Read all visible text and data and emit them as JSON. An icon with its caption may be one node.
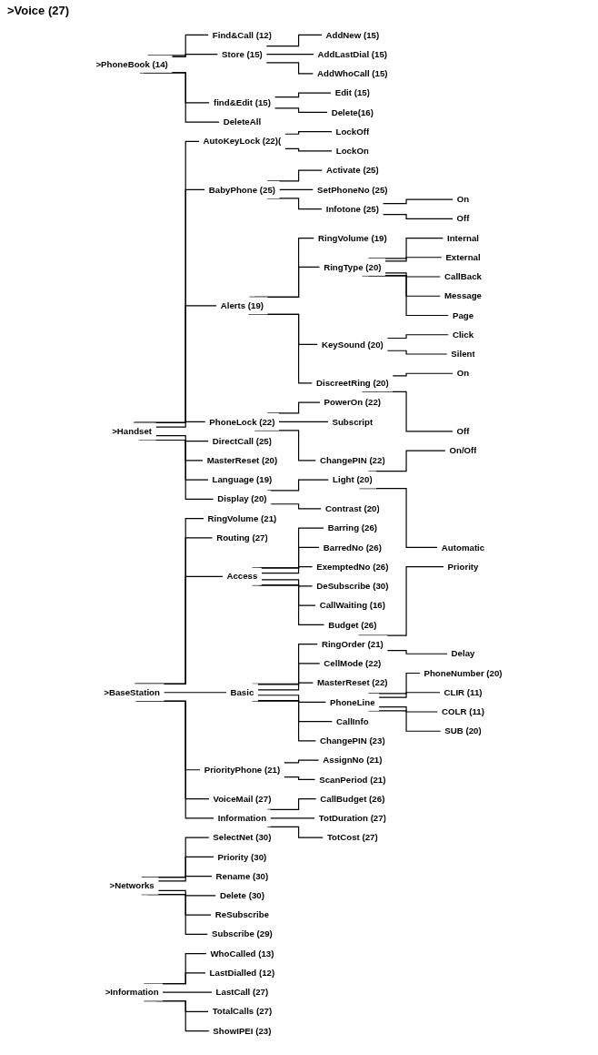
{
  "diagram": {
    "nodes": [
      {
        "text": [
          ">PhoneBook (14)"
        ]
      },
      {
        "text": [
          "Find&Call (12)"
        ]
      },
      {
        "text": [
          "Store (15)"
        ]
      },
      {
        "text": [
          "find&Edit (15)"
        ]
      },
      {
        "text": [
          "DeleteAll"
        ]
      },
      {
        "text": [
          "AddNew (15)"
        ]
      },
      {
        "text": [
          "AddLastDial (15)"
        ]
      },
      {
        "text": [
          "AddWhoCall (15)"
        ]
      },
      {
        "text": [
          "Edit (15)"
        ]
      },
      {
        "text": [
          "Delete(16)"
        ]
      },
      {
        "text": [
          ">Handset"
        ]
      },
      {
        "text": [
          "AutoKeyLock (22)("
        ]
      },
      {
        "text": [
          "BabyPhone (25)"
        ]
      },
      {
        "text": [
          "Alerts (19)"
        ]
      },
      {
        "text": [
          "PhoneLock (22)"
        ]
      },
      {
        "text": [
          "DirectCall (25)"
        ]
      },
      {
        "text": [
          "MasterReset (20)"
        ]
      },
      {
        "text": [
          "Language (19)"
        ]
      },
      {
        "text": [
          "Display (20)"
        ]
      },
      {
        "text": [
          "LockOff"
        ]
      },
      {
        "text": [
          "LockOn"
        ]
      },
      {
        "text": [
          "Activate (25)"
        ]
      },
      {
        "text": [
          "SetPhoneNo (25)"
        ]
      },
      {
        "text": [
          "Infotone (25)"
        ]
      },
      {
        "text": [
          "RingVolume (19)"
        ]
      },
      {
        "text": [
          "RingType (20)"
        ]
      },
      {
        "text": [
          "KeySound (20)"
        ]
      },
      {
        "text": [
          "DiscreetRing (20)"
        ]
      },
      {
        "text": [
          "PowerOn (22)"
        ]
      },
      {
        "text": [
          "Subscript"
        ]
      },
      {
        "text": [
          "ChangePIN (22)"
        ]
      },
      {
        "text": [
          "Light (20)"
        ]
      },
      {
        "text": [
          "Contrast (20)"
        ]
      },
      {
        "text": [
          "On"
        ]
      },
      {
        "text": [
          "Off"
        ]
      },
      {
        "text": [
          "Internal"
        ]
      },
      {
        "text": [
          "External"
        ]
      },
      {
        "text": [
          "CallBack"
        ]
      },
      {
        "text": [
          "Message"
        ]
      },
      {
        "text": [
          "Page"
        ]
      },
      {
        "text": [
          "Click"
        ]
      },
      {
        "text": [
          "Silent"
        ]
      },
      {
        "text": [
          "On"
        ]
      },
      {
        "text": [
          "Off"
        ]
      },
      {
        "text": [
          "On/Off"
        ]
      },
      {
        "text": [
          "Automatic"
        ]
      },
      {
        "text": [
          ">BaseStation"
        ]
      },
      {
        "text": [
          "RingVolume (21)"
        ]
      },
      {
        "text": [
          "Routing (27)"
        ]
      },
      {
        "text": [
          "Access"
        ]
      },
      {
        "text": [
          "Basic"
        ]
      },
      {
        "text": [
          "PriorityPhone (21)"
        ]
      },
      {
        "text": [
          "VoiceMail (27)"
        ]
      },
      {
        "text": [
          "Information"
        ]
      },
      {
        "text": [
          "Barring (26)"
        ]
      },
      {
        "text": [
          "BarredNo (26)"
        ]
      },
      {
        "text": [
          "ExemptedNo (26)"
        ]
      },
      {
        "text": [
          "DeSubscribe (30)"
        ]
      },
      {
        "text": [
          "CallWaiting (16)"
        ]
      },
      {
        "text": [
          "Budget (26)"
        ]
      },
      {
        "text": [
          "RingOrder (21)"
        ]
      },
      {
        "text": [
          "CellMode (22)"
        ]
      },
      {
        "text": [
          "MasterReset (22)"
        ]
      },
      {
        "text": [
          "PhoneLine"
        ]
      },
      {
        "text": [
          "CallInfo"
        ]
      },
      {
        "text": [
          "ChangePIN (23)"
        ]
      },
      {
        "text": [
          "AssignNo (21)"
        ]
      },
      {
        "text": [
          "ScanPeriod (21)"
        ]
      },
      {
        "text": [
          "CallBudget (26)"
        ]
      },
      {
        "text": [
          "TotDuration (27)"
        ]
      },
      {
        "text": [
          "TotCost (27)"
        ]
      },
      {
        "text": [
          "Priority"
        ]
      },
      {
        "text": [
          "Delay"
        ]
      },
      {
        "text": [
          "PhoneNumber (20)"
        ]
      },
      {
        "text": [
          "CLIR (11)"
        ]
      },
      {
        "text": [
          "COLR (11)"
        ]
      },
      {
        "text": [
          "SUB (20)"
        ]
      },
      {
        "text": [
          ">Networks"
        ]
      },
      {
        "text": [
          "SelectNet (30)"
        ]
      },
      {
        "text": [
          "Priority (30)"
        ]
      },
      {
        "text": [
          "Rename (30)"
        ]
      },
      {
        "text": [
          "Delete (30)"
        ]
      },
      {
        "text": [
          "ReSubscribe"
        ]
      },
      {
        "text": [
          "Subscribe (29)"
        ]
      },
      {
        "text": [
          ">Information"
        ]
      },
      {
        "text": [
          "WhoCalled (13)"
        ]
      },
      {
        "text": [
          "LastDialled (12)"
        ]
      },
      {
        "text": [
          "LastCall (27)"
        ]
      },
      {
        "text": [
          "TotalCalls (27)"
        ]
      },
      {
        "text": [
          "ShowIPEI (23)"
        ]
      }
    ],
    "edges": [
      {
        "from": 0,
        "to": 1,
        "arrow": "none"
      },
      {
        "from": 0,
        "to": 2,
        "arrow": "none"
      },
      {
        "from": 0,
        "to": 3,
        "arrow": "none"
      },
      {
        "from": 0,
        "to": 4,
        "arrow": "none"
      },
      {
        "from": 2,
        "to": 5,
        "arrow": "none"
      },
      {
        "from": 2,
        "to": 6,
        "arrow": "none"
      },
      {
        "from": 2,
        "to": 7,
        "arrow": "none"
      },
      {
        "from": 3,
        "to": 8,
        "arrow": "none"
      },
      {
        "from": 3,
        "to": 9,
        "arrow": "none"
      },
      {
        "from": 10,
        "to": 11,
        "arrow": "none"
      },
      {
        "from": 10,
        "to": 12,
        "arrow": "none"
      },
      {
        "from": 10,
        "to": 13,
        "arrow": "none"
      },
      {
        "from": 10,
        "to": 14,
        "arrow": "none"
      },
      {
        "from": 10,
        "to": 15,
        "arrow": "none"
      },
      {
        "from": 10,
        "to": 16,
        "arrow": "none"
      },
      {
        "from": 10,
        "to": 17,
        "arrow": "none"
      },
      {
        "from": 10,
        "to": 18,
        "arrow": "none"
      },
      {
        "from": 11,
        "to": 19,
        "arrow": "none"
      },
      {
        "from": 11,
        "to": 20,
        "arrow": "none"
      },
      {
        "from": 12,
        "to": 21,
        "arrow": "none"
      },
      {
        "from": 12,
        "to": 22,
        "arrow": "none"
      },
      {
        "from": 12,
        "to": 23,
        "arrow": "none"
      },
      {
        "from": 13,
        "to": 24,
        "arrow": "none"
      },
      {
        "from": 13,
        "to": 25,
        "arrow": "none"
      },
      {
        "from": 13,
        "to": 26,
        "arrow": "none"
      },
      {
        "from": 13,
        "to": 27,
        "arrow": "none"
      },
      {
        "from": 14,
        "to": 28,
        "arrow": "none"
      },
      {
        "from": 14,
        "to": 29,
        "arrow": "none"
      },
      {
        "from": 14,
        "to": 30,
        "arrow": "none"
      },
      {
        "from": 18,
        "to": 31,
        "arrow": "none"
      },
      {
        "from": 18,
        "to": 32,
        "arrow": "none"
      },
      {
        "from": 23,
        "to": 33,
        "arrow": "none"
      },
      {
        "from": 23,
        "to": 34,
        "arrow": "none"
      },
      {
        "from": 25,
        "to": 35,
        "arrow": "none"
      },
      {
        "from": 25,
        "to": 36,
        "arrow": "none"
      },
      {
        "from": 25,
        "to": 37,
        "arrow": "none"
      },
      {
        "from": 25,
        "to": 38,
        "arrow": "none"
      },
      {
        "from": 25,
        "to": 39,
        "arrow": "none"
      },
      {
        "from": 26,
        "to": 40,
        "arrow": "none"
      },
      {
        "from": 26,
        "to": 41,
        "arrow": "none"
      },
      {
        "from": 27,
        "to": 42,
        "arrow": "none"
      },
      {
        "from": 27,
        "to": 43,
        "arrow": "none"
      },
      {
        "from": 31,
        "to": 44,
        "arrow": "none"
      },
      {
        "from": 31,
        "to": 45,
        "arrow": "none"
      },
      {
        "from": 46,
        "to": 47,
        "arrow": "none"
      },
      {
        "from": 46,
        "to": 48,
        "arrow": "none"
      },
      {
        "from": 46,
        "to": 49,
        "arrow": "none"
      },
      {
        "from": 46,
        "to": 50,
        "arrow": "none"
      },
      {
        "from": 46,
        "to": 51,
        "arrow": "none"
      },
      {
        "from": 46,
        "to": 52,
        "arrow": "none"
      },
      {
        "from": 46,
        "to": 53,
        "arrow": "none"
      },
      {
        "from": 49,
        "to": 54,
        "arrow": "none"
      },
      {
        "from": 49,
        "to": 55,
        "arrow": "none"
      },
      {
        "from": 49,
        "to": 56,
        "arrow": "none"
      },
      {
        "from": 49,
        "to": 57,
        "arrow": "none"
      },
      {
        "from": 49,
        "to": 58,
        "arrow": "none"
      },
      {
        "from": 49,
        "to": 59,
        "arrow": "none"
      },
      {
        "from": 50,
        "to": 60,
        "arrow": "none"
      },
      {
        "from": 50,
        "to": 61,
        "arrow": "none"
      },
      {
        "from": 50,
        "to": 62,
        "arrow": "none"
      },
      {
        "from": 50,
        "to": 63,
        "arrow": "none"
      },
      {
        "from": 50,
        "to": 64,
        "arrow": "none"
      },
      {
        "from": 50,
        "to": 65,
        "arrow": "none"
      },
      {
        "from": 51,
        "to": 66,
        "arrow": "none"
      },
      {
        "from": 51,
        "to": 67,
        "arrow": "none"
      },
      {
        "from": 53,
        "to": 68,
        "arrow": "none"
      },
      {
        "from": 53,
        "to": 69,
        "arrow": "none"
      },
      {
        "from": 53,
        "to": 70,
        "arrow": "none"
      },
      {
        "from": 60,
        "to": 71,
        "arrow": "none"
      },
      {
        "from": 60,
        "to": 72,
        "arrow": "none"
      },
      {
        "from": 63,
        "to": 73,
        "arrow": "none"
      },
      {
        "from": 63,
        "to": 74,
        "arrow": "none"
      },
      {
        "from": 63,
        "to": 75,
        "arrow": "none"
      },
      {
        "from": 63,
        "to": 76,
        "arrow": "none"
      },
      {
        "from": 77,
        "to": 78,
        "arrow": "none"
      },
      {
        "from": 77,
        "to": 79,
        "arrow": "none"
      },
      {
        "from": 77,
        "to": 80,
        "arrow": "none"
      },
      {
        "from": 77,
        "to": 81,
        "arrow": "none"
      },
      {
        "from": 77,
        "to": 82,
        "arrow": "none"
      },
      {
        "from": 77,
        "to": 83,
        "arrow": "none"
      },
      {
        "from": 84,
        "to": 85,
        "arrow": "none"
      },
      {
        "from": 84,
        "to": 86,
        "arrow": "none"
      },
      {
        "from": 84,
        "to": 87,
        "arrow": "none"
      },
      {
        "from": 84,
        "to": 88,
        "arrow": "none"
      },
      {
        "from": 84,
        "to": 89,
        "arrow": "none"
      }
    ],
    "labels": [
      ">Voice (27)"
    ]
  }
}
